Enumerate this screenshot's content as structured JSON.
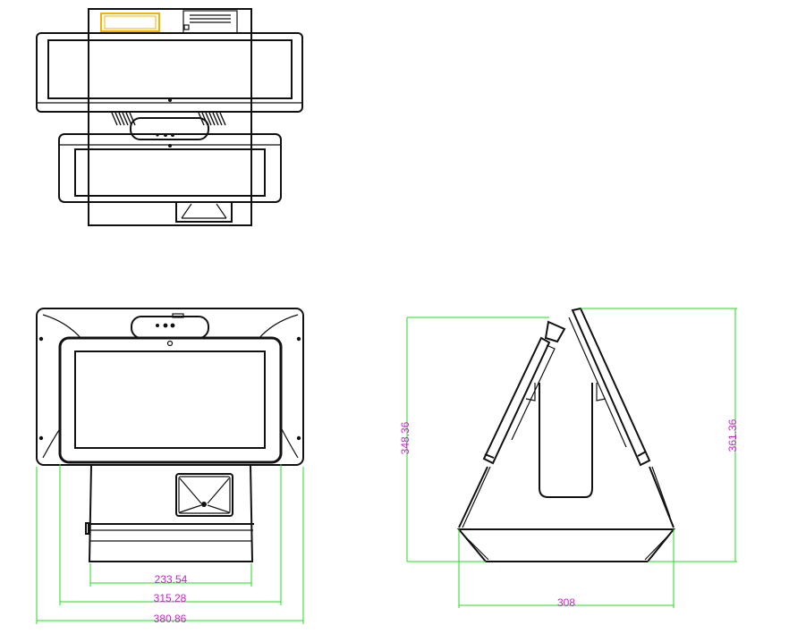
{
  "drawing": {
    "views": [
      "top-view",
      "front-view",
      "side-view"
    ],
    "colors": {
      "outline": "#111111",
      "dimension_line": "#22dd22",
      "dimension_text": "#cc22cc",
      "highlight": "#f2b400"
    },
    "dimensions": {
      "base_width": "233.54",
      "front_screen_width": "315.28",
      "overall_width": "380.86",
      "depth": "308",
      "front_height": "348.36",
      "overall_height": "361.36"
    }
  }
}
